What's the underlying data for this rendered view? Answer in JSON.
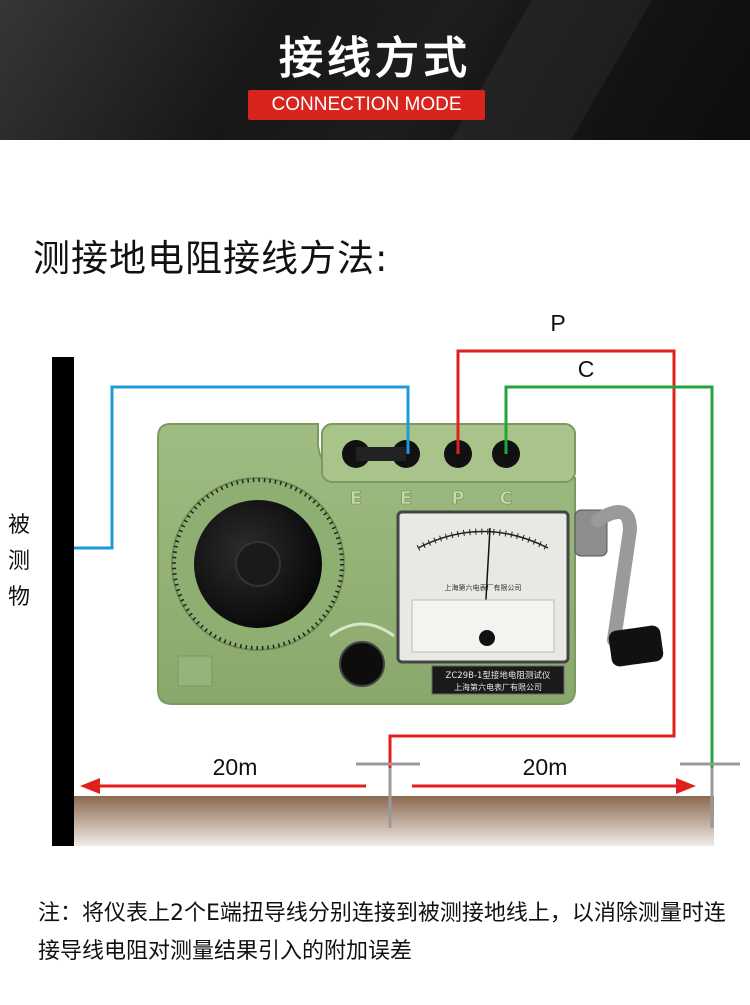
{
  "header": {
    "title": "接线方式",
    "badge": "CONNECTION MODE"
  },
  "section_title": "测接地电阻接线方法:",
  "side_label": "被测物",
  "diagram": {
    "wire_p_label": "P",
    "wire_c_label": "C",
    "distance_left": "20m",
    "distance_right": "20m",
    "terminal_labels": [
      "E",
      "E",
      "P",
      "C"
    ],
    "meter_model": "ZC29B-1型接地电阻测试仪",
    "maker": "上海第六电表厂有限公司",
    "wire_colors": {
      "e": "#1e9bd7",
      "p": "#e0201c",
      "c": "#27a33d"
    }
  },
  "note": "注：将仪表上2个E端扭导线分别连接到被测接地线上，以消除测量时连接导线电阻对测量结果引入的附加误差"
}
